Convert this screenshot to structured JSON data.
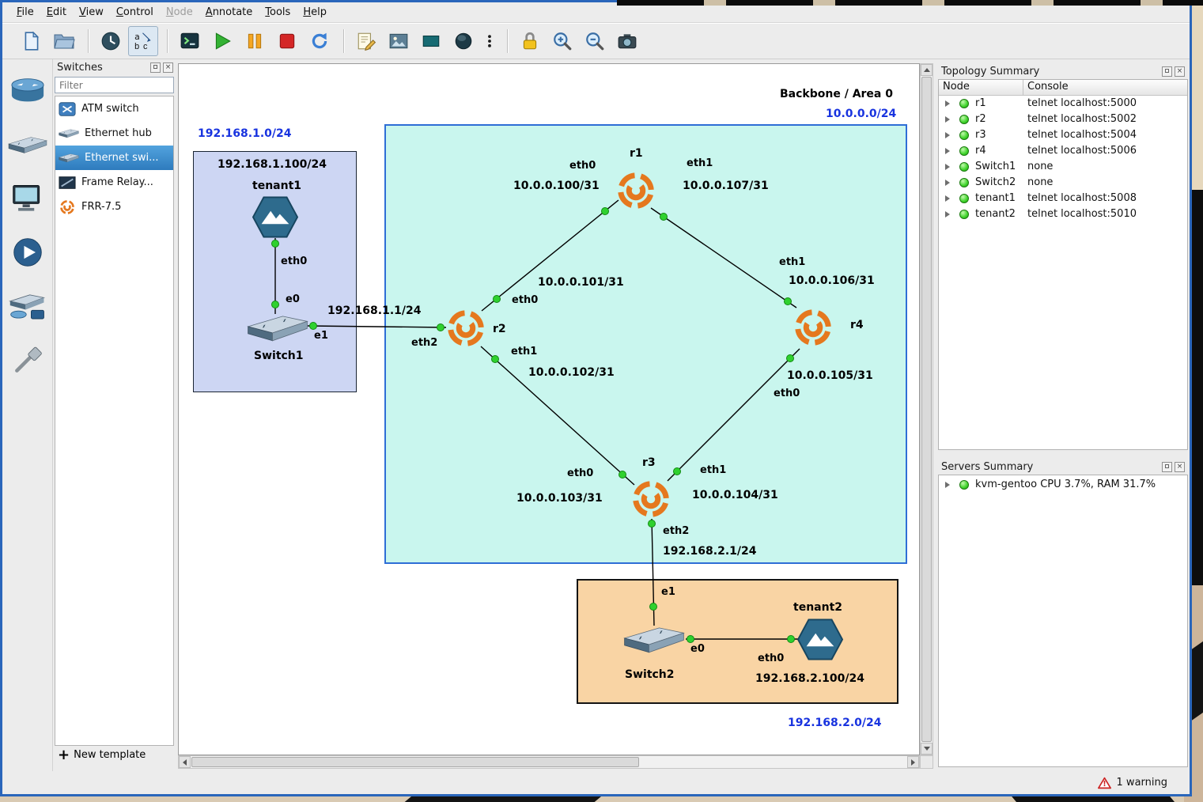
{
  "menu": {
    "items": [
      "File",
      "Edit",
      "View",
      "Control",
      "Node",
      "Annotate",
      "Tools",
      "Help"
    ]
  },
  "toolbar": {
    "buttons": [
      "new-project",
      "open-project",
      "snapshot",
      "console-names",
      "console",
      "start",
      "suspend",
      "stop",
      "reload",
      "add-note",
      "insert-image",
      "draw-rectangle",
      "draw-ellipse",
      "more-tools",
      "lock",
      "zoom-in",
      "zoom-out",
      "screenshot"
    ]
  },
  "device_toolbar": [
    "routers",
    "switches",
    "end-devices",
    "security-devices",
    "all-devices",
    "add-link"
  ],
  "switches_panel": {
    "title": "Switches",
    "filter_placeholder": "Filter",
    "items": [
      {
        "label": "ATM switch"
      },
      {
        "label": "Ethernet hub"
      },
      {
        "label": "Ethernet swi...",
        "selected": true
      },
      {
        "label": "Frame Relay..."
      },
      {
        "label": "FRR-7.5"
      }
    ],
    "new_template_label": "New template"
  },
  "canvas": {
    "backbone_title": "Backbone / Area 0",
    "backbone_subnet": "10.0.0.0/24",
    "net1_subnet": "192.168.1.0/24",
    "net2_subnet": "192.168.2.0/24",
    "nodes": {
      "tenant1": {
        "name": "tenant1",
        "ip": "192.168.1.100/24"
      },
      "switch1": {
        "name": "Switch1"
      },
      "r1": {
        "name": "r1"
      },
      "r2": {
        "name": "r2"
      },
      "r3": {
        "name": "r3"
      },
      "r4": {
        "name": "r4"
      },
      "switch2": {
        "name": "Switch2"
      },
      "tenant2": {
        "name": "tenant2",
        "ip": "192.168.2.100/24"
      }
    },
    "ifaces": {
      "t1_eth0": "eth0",
      "sw1_e0": "e0",
      "sw1_e1": "e1",
      "sw1_r2_ip": "192.168.1.1/24",
      "r2_eth2": "eth2",
      "r2_eth0": "eth0",
      "r2_eth1": "eth1",
      "r1_eth0": "eth0",
      "r1_eth1": "eth1",
      "r3_eth0": "eth0",
      "r3_eth1": "eth1",
      "r3_eth2": "eth2",
      "r4_eth0": "eth0",
      "r4_eth1": "eth1",
      "r3_sw2_ip": "192.168.2.1/24",
      "sw2_e1": "e1",
      "sw2_e0": "e0",
      "t2_eth0": "eth0",
      "ip100": "10.0.0.100/31",
      "ip101": "10.0.0.101/31",
      "ip102": "10.0.0.102/31",
      "ip103": "10.0.0.103/31",
      "ip104": "10.0.0.104/31",
      "ip105": "10.0.0.105/31",
      "ip106": "10.0.0.106/31",
      "ip107": "10.0.0.107/31"
    }
  },
  "topology_summary": {
    "title": "Topology Summary",
    "columns": {
      "node": "Node",
      "console": "Console"
    },
    "rows": [
      {
        "node": "r1",
        "console": "telnet localhost:5000"
      },
      {
        "node": "r2",
        "console": "telnet localhost:5002"
      },
      {
        "node": "r3",
        "console": "telnet localhost:5004"
      },
      {
        "node": "r4",
        "console": "telnet localhost:5006"
      },
      {
        "node": "Switch1",
        "console": "none"
      },
      {
        "node": "Switch2",
        "console": "none"
      },
      {
        "node": "tenant1",
        "console": "telnet localhost:5008"
      },
      {
        "node": "tenant2",
        "console": "telnet localhost:5010"
      }
    ]
  },
  "servers_summary": {
    "title": "Servers Summary",
    "rows": [
      {
        "label": "kvm-gentoo CPU 3.7%, RAM 31.7%"
      }
    ]
  },
  "status_bar": {
    "warning_label": "1 warning"
  },
  "colors": {
    "selection": "#3d8ec9",
    "zone_backbone": "#c9f6ee",
    "zone_net1": "#cdd6f3",
    "zone_net2": "#f9d4a4",
    "label_blue": "#1833df",
    "led_green": "#3ed32a",
    "frr_orange": "#e5781e"
  }
}
